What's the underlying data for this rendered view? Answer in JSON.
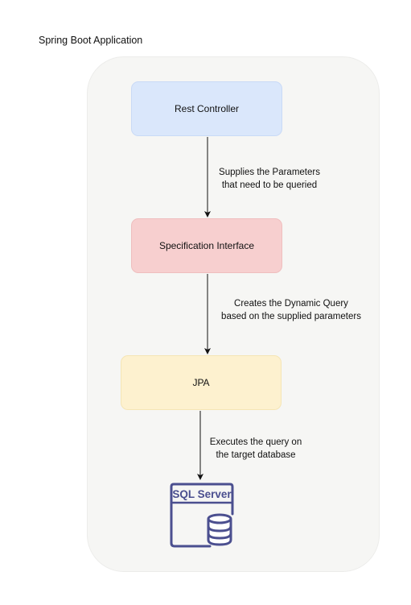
{
  "diagram": {
    "title": "Spring Boot Application",
    "nodes": {
      "rest_controller": "Rest Controller",
      "specification_interface": "Specification Interface",
      "jpa": "JPA",
      "database": "SQL Server"
    },
    "edges": {
      "rest_to_spec": {
        "line1": "Supplies the Parameters",
        "line2": "that need to be queried"
      },
      "spec_to_jpa": {
        "line1": "Creates the Dynamic Query",
        "line2": "based on the supplied parameters"
      },
      "jpa_to_db": {
        "line1": "Executes the query on",
        "line2": "the target database"
      }
    },
    "colors": {
      "rest_controller_fill": "#dae7fb",
      "specification_fill": "#f7cfcf",
      "jpa_fill": "#fdf1cf",
      "database_icon": "#4b4f8f",
      "container_fill": "#f6f6f4"
    }
  }
}
